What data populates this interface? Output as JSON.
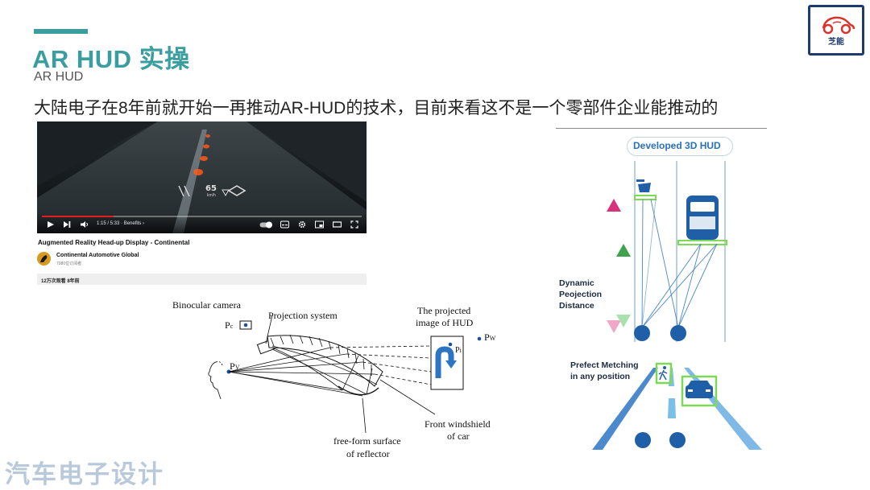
{
  "slide": {
    "title": "AR HUD 实操",
    "subtitle": "AR HUD",
    "headline": "大陆电子在8年前就开始一再推动AR-HUD的技术，目前来看这不是一个零部件企业能推动的",
    "logo_text": "芝能",
    "watermark": "汽车电子设计"
  },
  "video": {
    "title": "Augmented Reality Head-up Display - Continental",
    "channel": "Continental Automotive Global",
    "subscribers": "7080位订阅者",
    "views": "12万次观看  8年前",
    "time": "1:15 / 5:33  · Benefits ›",
    "speed": "65",
    "speed_unit": "km/h",
    "progress": 0.225,
    "icons": [
      "play-icon",
      "next-icon",
      "volume-icon",
      "autoplay-toggle-icon",
      "subtitles-icon",
      "settings-icon",
      "miniplayer-icon",
      "theater-icon",
      "fullscreen-icon"
    ]
  },
  "projection_diagram": {
    "binocular_camera": "Binocular camera",
    "projection_system": "Projection system",
    "projected_image_line1": "The projected",
    "projected_image_line2": "image of HUD",
    "pc": "P",
    "pc_sub": "c",
    "pv": "P",
    "pv_sub": "V",
    "pw": "P",
    "pw_sub": "W",
    "pi": "P",
    "pi_sub": "i",
    "front_windshield_line1": "Front windshield",
    "front_windshield_line2": "of car",
    "freeform_line1": "free-form surface",
    "freeform_line2": "of reflector"
  },
  "hud_diagram": {
    "pill": "Developed 3D HUD",
    "dynamic_line1": "Dynamic",
    "dynamic_line2": "Peojection",
    "dynamic_line3": "Distance",
    "matching_line1": "Prefect Metching",
    "matching_line2": "in any position",
    "colors": {
      "blue": "#1f5fa8",
      "green": "#7ed957",
      "pink": "#d6337a",
      "arrow_green": "#3fa34d"
    }
  },
  "colors": {
    "accent": "#3a9ea0",
    "logo_border": "#1f3a6e",
    "logo_red": "#d9342b"
  }
}
